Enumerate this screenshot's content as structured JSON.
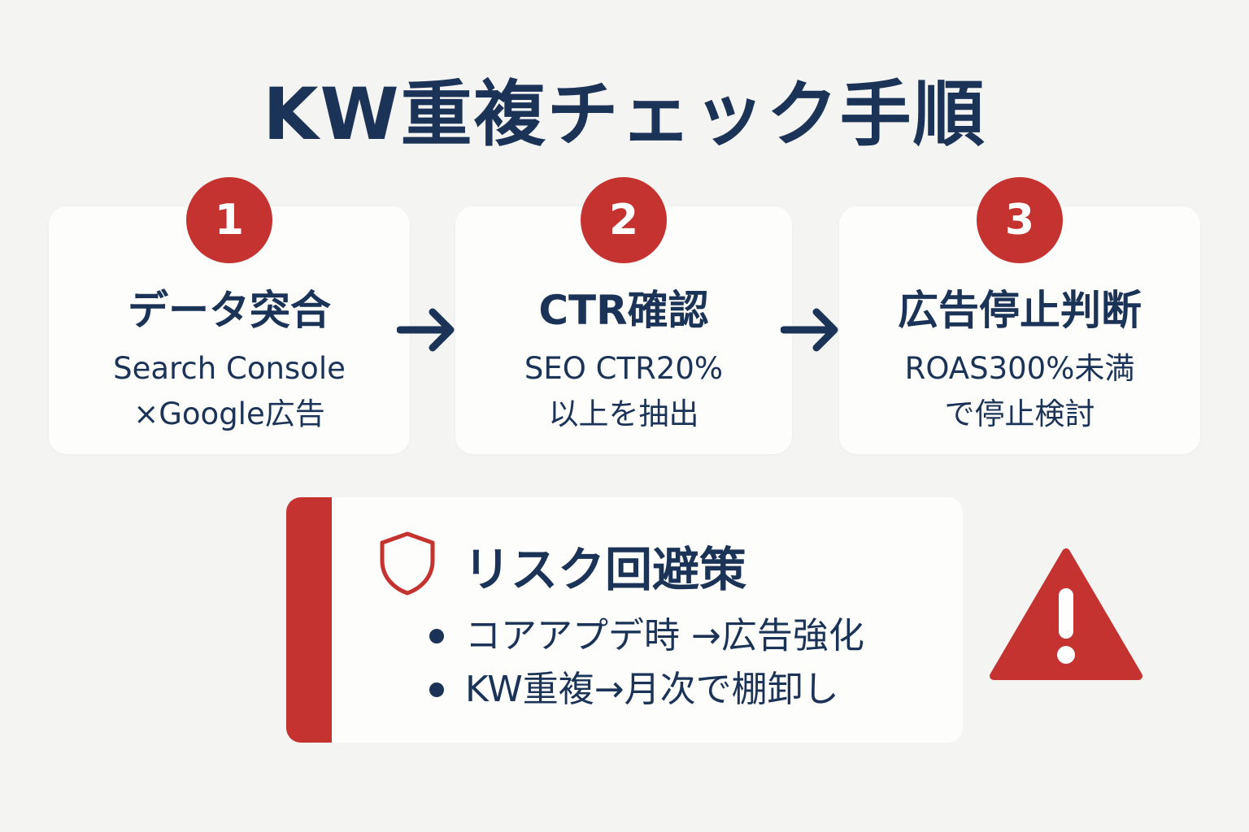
{
  "title": "KW重複チェック手順",
  "colors": {
    "navy": "#1b3356",
    "accent_red": "#c43330",
    "background": "#f4f4f2",
    "card": "#fdfdfc"
  },
  "steps": [
    {
      "number": "1",
      "title": "データ突合",
      "desc_line1": "Search Console",
      "desc_line2": "×Google広告"
    },
    {
      "number": "2",
      "title": "CTR確認",
      "desc_line1": "SEO CTR20%",
      "desc_line2": "以上を抽出"
    },
    {
      "number": "3",
      "title": "広告停止判断",
      "desc_line1": "ROAS300%未満",
      "desc_line2": "で停止検討"
    }
  ],
  "flow_arrows": [
    "arrow-right-icon",
    "arrow-right-icon"
  ],
  "risk": {
    "icon": "shield-icon",
    "title": "リスク回避策",
    "items": [
      "コアアプデ時 →広告強化",
      "KW重複→月次で棚卸し"
    ]
  },
  "warning_icon": "warning-triangle-icon"
}
